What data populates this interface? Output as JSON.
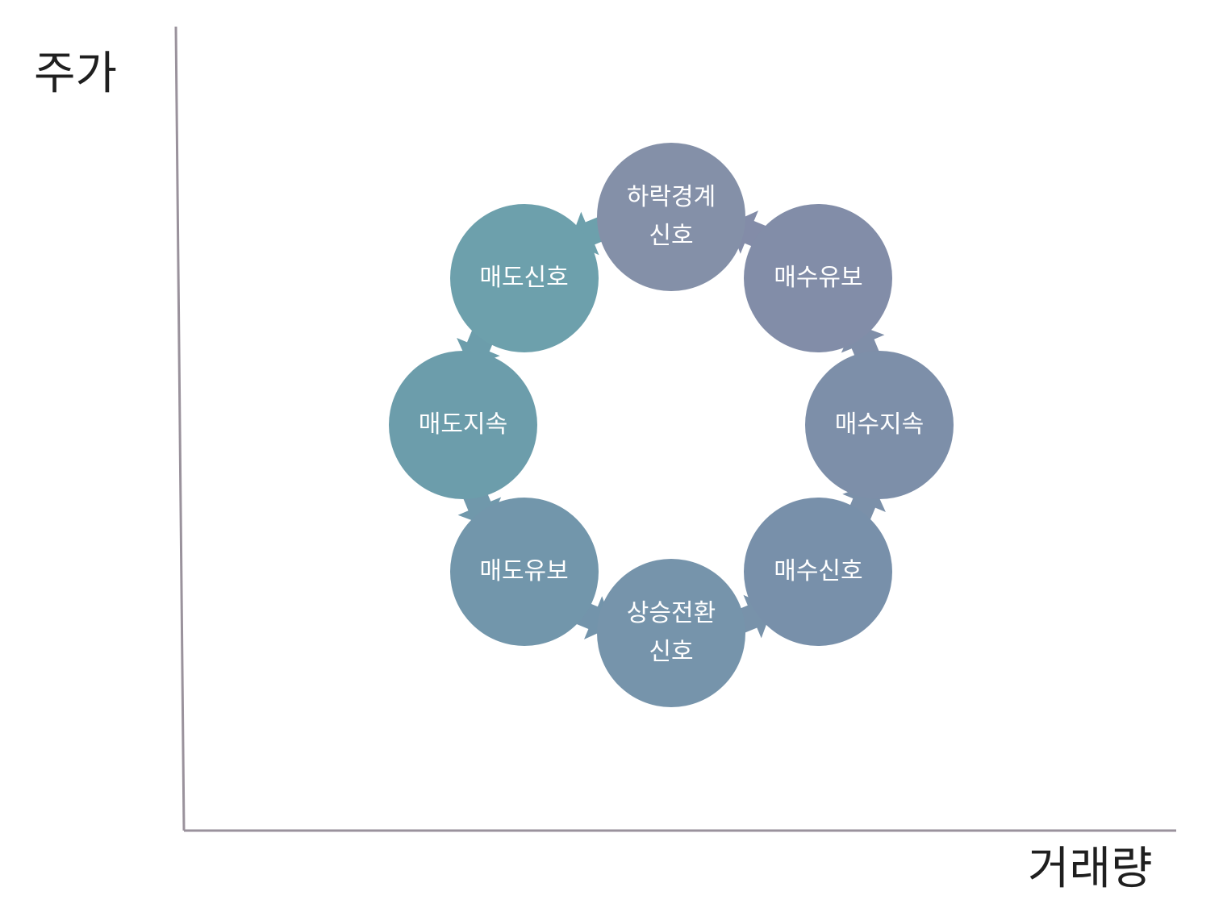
{
  "axes": {
    "y_label": "주가",
    "x_label": "거래량",
    "color": "#9a929c"
  },
  "cycle": {
    "nodes": [
      {
        "id": "top",
        "lines": [
          "하락경계",
          "신호"
        ],
        "color": "#8490a8"
      },
      {
        "id": "upper-left",
        "lines": [
          "매도신호"
        ],
        "color": "#6da0ac"
      },
      {
        "id": "left",
        "lines": [
          "매도지속"
        ],
        "color": "#6c9dab"
      },
      {
        "id": "lower-left",
        "lines": [
          "매도유보"
        ],
        "color": "#7296ab"
      },
      {
        "id": "bottom",
        "lines": [
          "상승전환",
          "신호"
        ],
        "color": "#7694ab"
      },
      {
        "id": "lower-right",
        "lines": [
          "매수신호"
        ],
        "color": "#7890aa"
      },
      {
        "id": "right",
        "lines": [
          "매수지속"
        ],
        "color": "#7d8fa9"
      },
      {
        "id": "upper-right",
        "lines": [
          "매수유보"
        ],
        "color": "#828da8"
      }
    ],
    "arrow_colors": [
      "#6da0ac",
      "#6c9dab",
      "#7098ab",
      "#7394ab",
      "#7892aa",
      "#7b90a9",
      "#7f8ea8",
      "#838ca8"
    ]
  }
}
